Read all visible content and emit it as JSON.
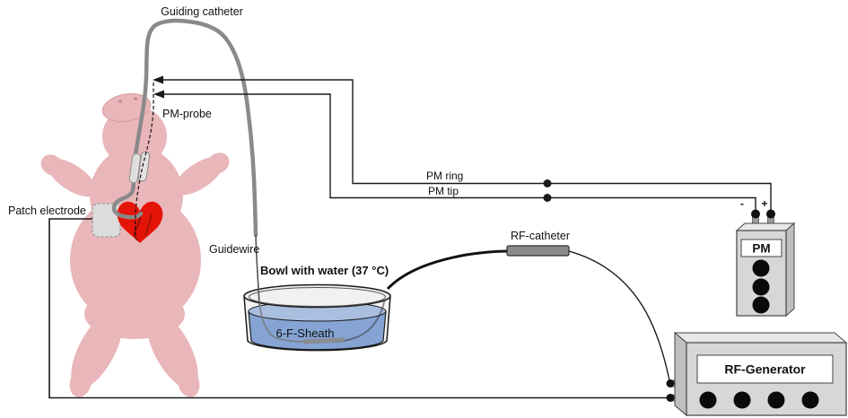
{
  "labels": {
    "guiding_catheter": "Guiding catheter",
    "pm_probe": "PM-probe",
    "patch_electrode": "Patch electrode",
    "guidewire": "Guidewire",
    "bowl_with_water": "Bowl with water (37 °C)",
    "sheath_6f": "6-F-Sheath",
    "rf_catheter": "RF-catheter",
    "pm_ring": "PM ring",
    "pm_tip": "PM tip"
  },
  "pacemaker": {
    "label": "PM",
    "polarity_minus": "-",
    "polarity_plus": "+",
    "knob_count": 3
  },
  "rf_generator": {
    "label": "RF-Generator",
    "knob_count": 4
  },
  "colors": {
    "pig": "#e9b6ba",
    "pig_outline": "#d59ba0",
    "heart": "#e41408",
    "heart_crease": "#8f100a",
    "water": "#85a4d4",
    "water_surface": "#aabedf",
    "bowl_rim": "#f1f1f1",
    "device_face": "#d7d7d7",
    "device_top": "#e8e8e8",
    "device_side": "#bfbfbf",
    "catheter": "#8a8a8a",
    "wire": "#1a1a1a",
    "handle": "#8c8c8c"
  }
}
